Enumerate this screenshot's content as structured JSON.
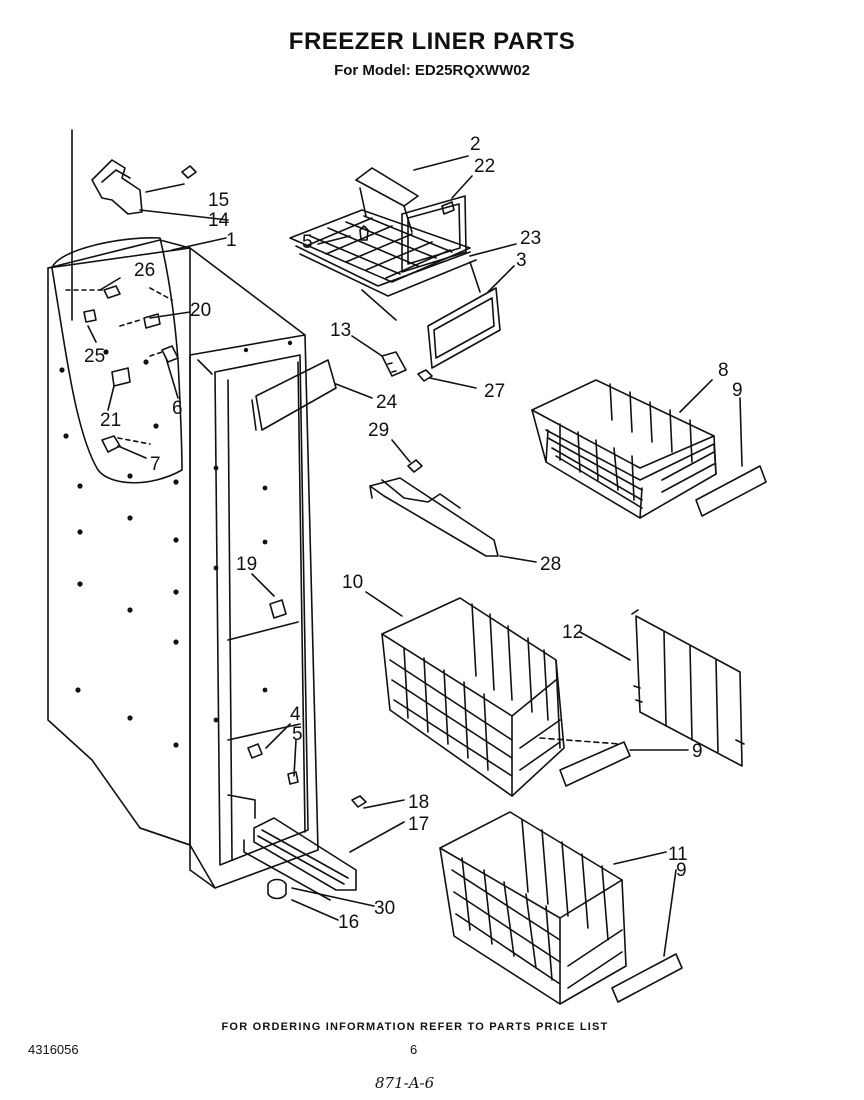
{
  "header": {
    "title": "FREEZER LINER PARTS",
    "subtitle": "For Model: ED25RQXWW02"
  },
  "diagram": {
    "callouts": [
      "1",
      "2",
      "3",
      "4",
      "5",
      "5",
      "6",
      "7",
      "8",
      "9",
      "9",
      "9",
      "10",
      "11",
      "12",
      "13",
      "14",
      "15",
      "16",
      "17",
      "18",
      "19",
      "20",
      "21",
      "22",
      "23",
      "24",
      "25",
      "26",
      "27",
      "28",
      "29",
      "30"
    ],
    "colors": {
      "ink": "#111111",
      "paper": "#ffffff"
    }
  },
  "footer": {
    "note": "FOR ORDERING INFORMATION REFER TO PARTS PRICE LIST",
    "doc_number": "4316056",
    "page_number": "6",
    "handwritten_code": "871-A-6"
  }
}
